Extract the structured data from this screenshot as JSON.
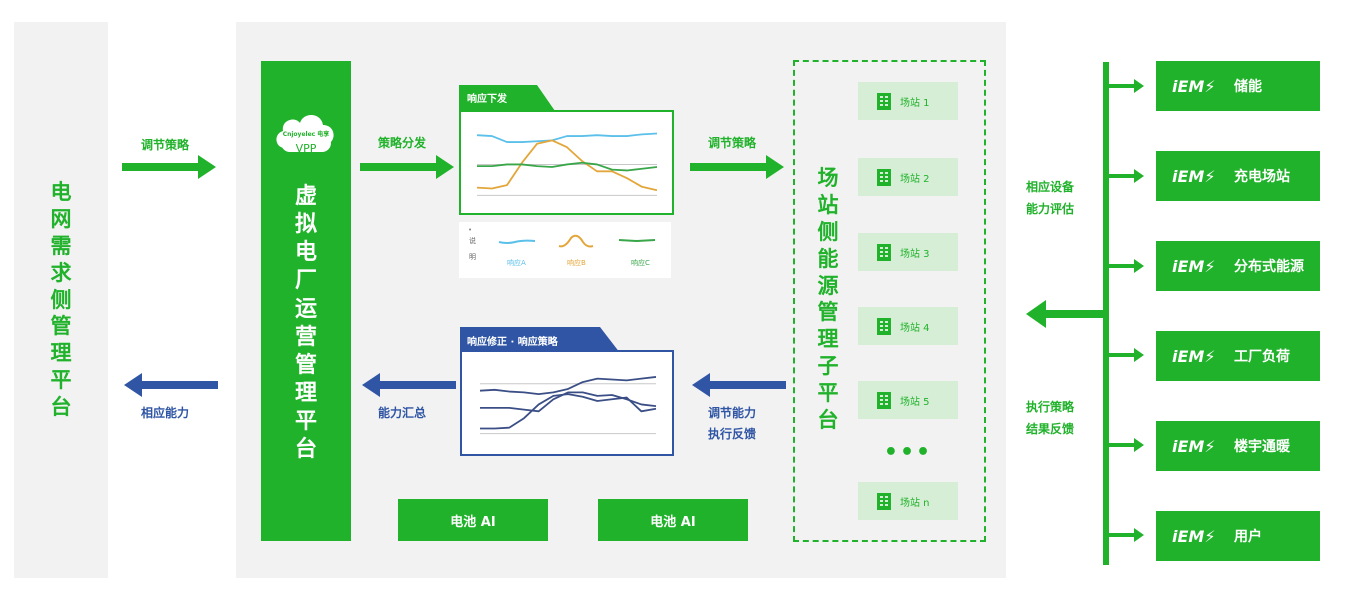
{
  "grid_platform": {
    "title_chars": [
      "电",
      "网",
      "需",
      "求",
      "侧",
      "管",
      "理",
      "平",
      "台"
    ]
  },
  "vpp": {
    "brand": "Cnjoyelec 电享",
    "label": "VPP",
    "title_chars": [
      "虚",
      "拟",
      "电",
      "厂",
      "运",
      "营",
      "管",
      "理",
      "平",
      "台"
    ]
  },
  "arrows": {
    "regulate_strategy_left": "调节策略",
    "corresponding_capacity": "相应能力",
    "strategy_distribution": "策略分发",
    "capacity_aggregation": "能力汇总",
    "regulate_strategy_right": "调节策略",
    "adjust_capacity_line1": "调节能力",
    "adjust_capacity_line2": "执行反馈"
  },
  "chart_top": {
    "tab": "响应下发",
    "legend_caption": [
      "说",
      "明"
    ],
    "legend_bullet": "•",
    "legend": [
      {
        "name": "响应A",
        "color": "#5bc0ea"
      },
      {
        "name": "响应B",
        "color": "#e3a63a"
      },
      {
        "name": "响应C",
        "color": "#3aa64a"
      }
    ]
  },
  "chart_bottom": {
    "tab": "响应修正 · 响应策略"
  },
  "chart_data": [
    {
      "type": "line",
      "title": "响应下发",
      "x": [
        0,
        1,
        2,
        3,
        4,
        5,
        6,
        7,
        8,
        9,
        10,
        11,
        12
      ],
      "series": [
        {
          "name": "响应A",
          "color": "#5bc0ea",
          "values": [
            8.0,
            7.9,
            7.2,
            7.2,
            7.3,
            7.4,
            7.9,
            7.9,
            8.0,
            7.9,
            7.9,
            8.1,
            8.2
          ]
        },
        {
          "name": "响应B",
          "color": "#e3a63a",
          "values": [
            1.9,
            1.8,
            2.2,
            4.8,
            7.0,
            7.4,
            6.6,
            5.0,
            3.8,
            3.8,
            3.0,
            2.0,
            1.6
          ]
        },
        {
          "name": "响应C",
          "color": "#3aa64a",
          "values": [
            4.4,
            4.4,
            4.6,
            4.6,
            4.4,
            4.3,
            4.6,
            4.8,
            4.6,
            4.0,
            3.9,
            4.1,
            4.3
          ]
        }
      ],
      "ylim": [
        0,
        10
      ]
    },
    {
      "type": "line",
      "title": "响应修正 · 响应策略",
      "x": [
        0,
        1,
        2,
        3,
        4,
        5,
        6,
        7,
        8,
        9,
        10,
        11,
        12
      ],
      "series": [
        {
          "color": "#3b4f86",
          "values": [
            6.2,
            6.3,
            6.1,
            6.0,
            5.8,
            6.0,
            6.4,
            7.2,
            7.6,
            7.5,
            7.4,
            7.6,
            7.8
          ]
        },
        {
          "color": "#3b4f86",
          "values": [
            4.2,
            4.2,
            4.2,
            4.0,
            3.8,
            5.2,
            6.0,
            6.0,
            5.6,
            5.7,
            5.2,
            4.6,
            4.4
          ]
        },
        {
          "color": "#3b4f86",
          "values": [
            1.8,
            1.8,
            1.9,
            3.0,
            4.6,
            5.6,
            5.8,
            5.5,
            5.0,
            5.2,
            5.4,
            3.8,
            4.1
          ]
        }
      ],
      "ylim": [
        0,
        10
      ]
    }
  ],
  "battery_buttons": [
    "电池 AI",
    "电池 AI"
  ],
  "station_platform": {
    "title_chars": [
      "场",
      "站",
      "侧",
      "能",
      "源",
      "管",
      "理",
      "子",
      "平",
      "台"
    ],
    "stations": [
      "场站 1",
      "场站 2",
      "场站 3",
      "场站 4",
      "场站 5",
      "场站 n"
    ],
    "ellipsis": "•••"
  },
  "right_labels": {
    "capability_line1": "相应设备",
    "capability_line2": "能力评估",
    "feedback_line1": "执行策略",
    "feedback_line2": "结果反馈"
  },
  "iems": {
    "logo": "iEM⚡",
    "items": [
      "储能",
      "充电场站",
      "分布式能源",
      "工厂负荷",
      "楼宇通暖",
      "用户"
    ]
  },
  "colors": {
    "green": "#21b22b",
    "blue": "#2f55a4",
    "panel_bg": "#f2f2f2",
    "station_bg": "#d6eed6"
  }
}
